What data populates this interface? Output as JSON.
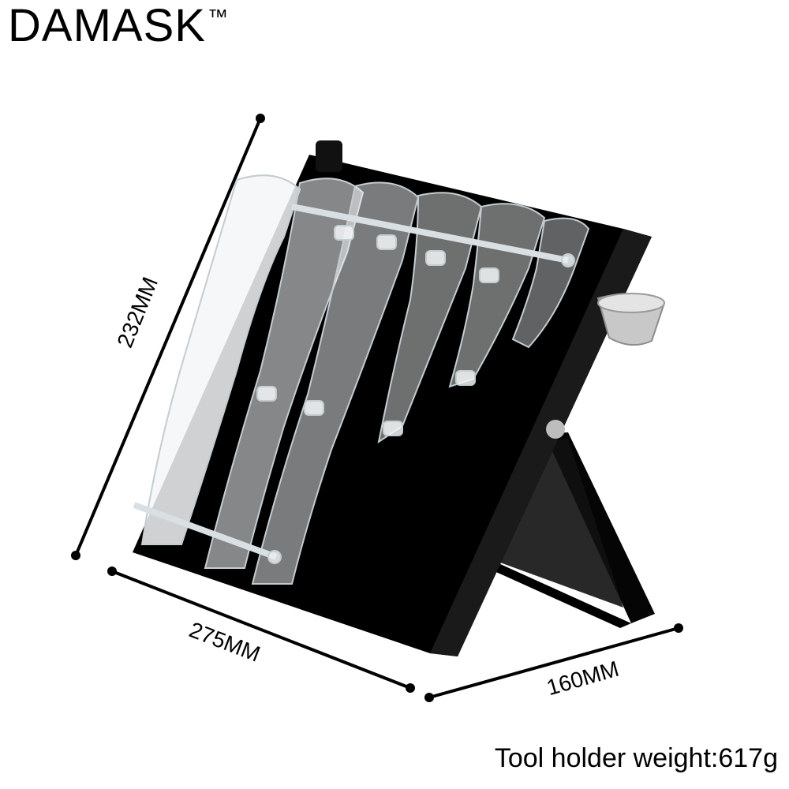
{
  "brand": {
    "name": "DAMASK",
    "trademark": "™"
  },
  "dimensions": {
    "height": "232MM",
    "width": "275MM",
    "depth": "160MM"
  },
  "caption": "Tool holder weight:617g",
  "colors": {
    "background": "#ffffff",
    "holder_body": "#000000",
    "acrylic": "#eef2f4",
    "acrylic_edge": "#cfd8dc",
    "steel": "#c8c8c8"
  }
}
